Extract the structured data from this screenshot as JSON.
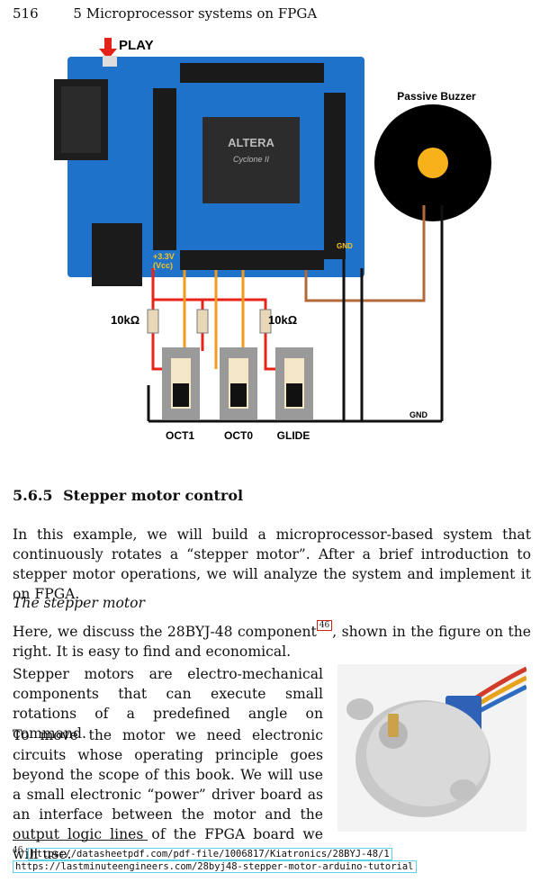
{
  "header": {
    "page_number": "516",
    "chapter": "5 Microprocessor systems on FPGA"
  },
  "figure": {
    "play_label": "PLAY",
    "buzzer_label": "Passive Buzzer",
    "resistor_label_left": "10kΩ",
    "resistor_label_right": "10kΩ",
    "switch_labels": [
      "OCT1",
      "OCT0",
      "GLIDE"
    ],
    "gnd_label_board": "GND",
    "gnd_label_bottom": "GND",
    "vcc_label_1": "+3.3V",
    "vcc_label_2": "(Vcc)",
    "chip_brand": "ALTERA",
    "chip_family": "Cyclone II",
    "colors": {
      "board": "#1f72c9",
      "wire_red": "#e8231a",
      "wire_orange": "#f39a1e",
      "wire_brown": "#b06a3a",
      "buzzer_center": "#f7b21b"
    }
  },
  "section": {
    "number": "5.6.5",
    "title": "Stepper motor control"
  },
  "paragraphs": {
    "p1": "In this example, we will build a microprocessor-based system that continuously rotates a “stepper motor”. After a brief introduction to stepper motor operations, we will analyze the system and implement it on FPGA.",
    "subheading": "The stepper motor",
    "p2_before": "Here, we discuss the 28BYJ-48 component",
    "p2_ref": "46",
    "p2_after": ", shown in the figure on the right. It is easy to find and economical.",
    "p3": "Stepper motors are electro-mechanical components that can execute small rotations of a predefined angle on command.",
    "p4": "To move the motor we need electronic circuits whose operating principle goes beyond the scope of this book. We will use a small electronic “power” driver board as an interface between the motor and the output logic lines of the FPGA board we will use."
  },
  "footnotes": {
    "number": "46",
    "url1": "https://datasheetpdf.com/pdf-file/1006817/Kiatronics/28BYJ-48/1",
    "url2": "https://lastminuteengineers.com/28byj48-stepper-motor-arduino-tutorial"
  }
}
